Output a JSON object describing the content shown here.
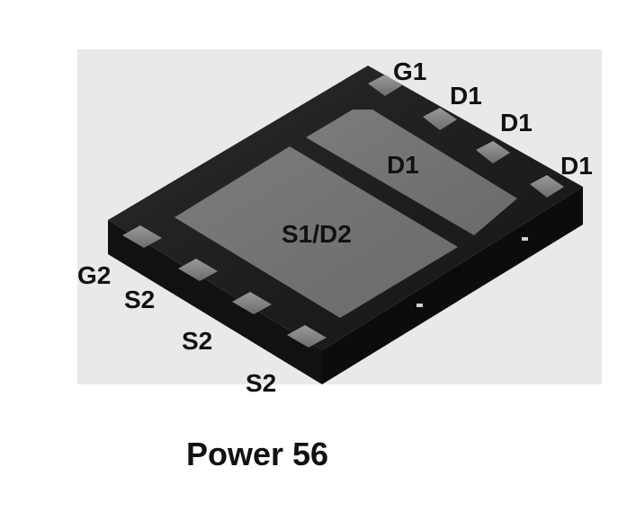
{
  "package": {
    "caption": "Power 56",
    "body_color": "#1c1c1c",
    "pad_color": "#7a7a7a",
    "background_color": "#e9e9e9"
  },
  "pads": {
    "drain": "D1",
    "source_drain": "S1/D2"
  },
  "pins": {
    "top": [
      "G1",
      "D1",
      "D1",
      "D1"
    ],
    "bottom": [
      "G2",
      "S2",
      "S2",
      "S2"
    ]
  }
}
